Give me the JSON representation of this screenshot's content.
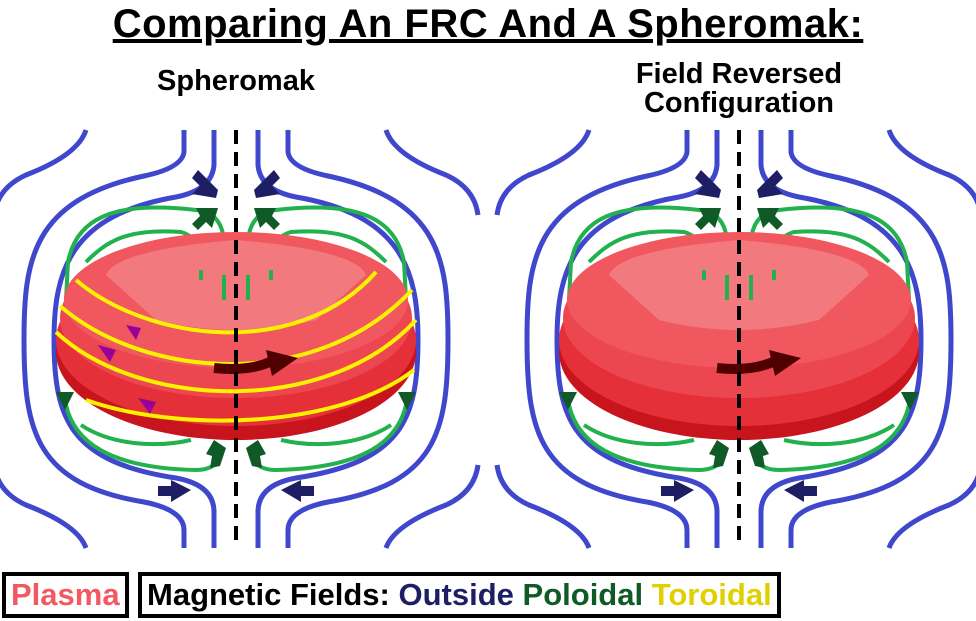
{
  "title": "Comparing An FRC And A Spheromak:",
  "diagrams": [
    {
      "label": "Spheromak",
      "has_toroidal_field": true
    },
    {
      "label_line1": "Field Reversed",
      "label_line2": "Configuration",
      "has_toroidal_field": false
    }
  ],
  "legend": {
    "plasma": "Plasma",
    "fields_label": "Magnetic Fields:",
    "outside": "Outside",
    "poloidal": "Poloidal",
    "toroidal": "Toroidal"
  },
  "colors": {
    "plasma": "#f25a63",
    "outside": "#1e1e64",
    "outside_line": "#3f48cc",
    "poloidal": "#105a28",
    "poloidal_line": "#22b14c",
    "toroidal": "#e0d000",
    "toroidal_line": "#fff200"
  }
}
